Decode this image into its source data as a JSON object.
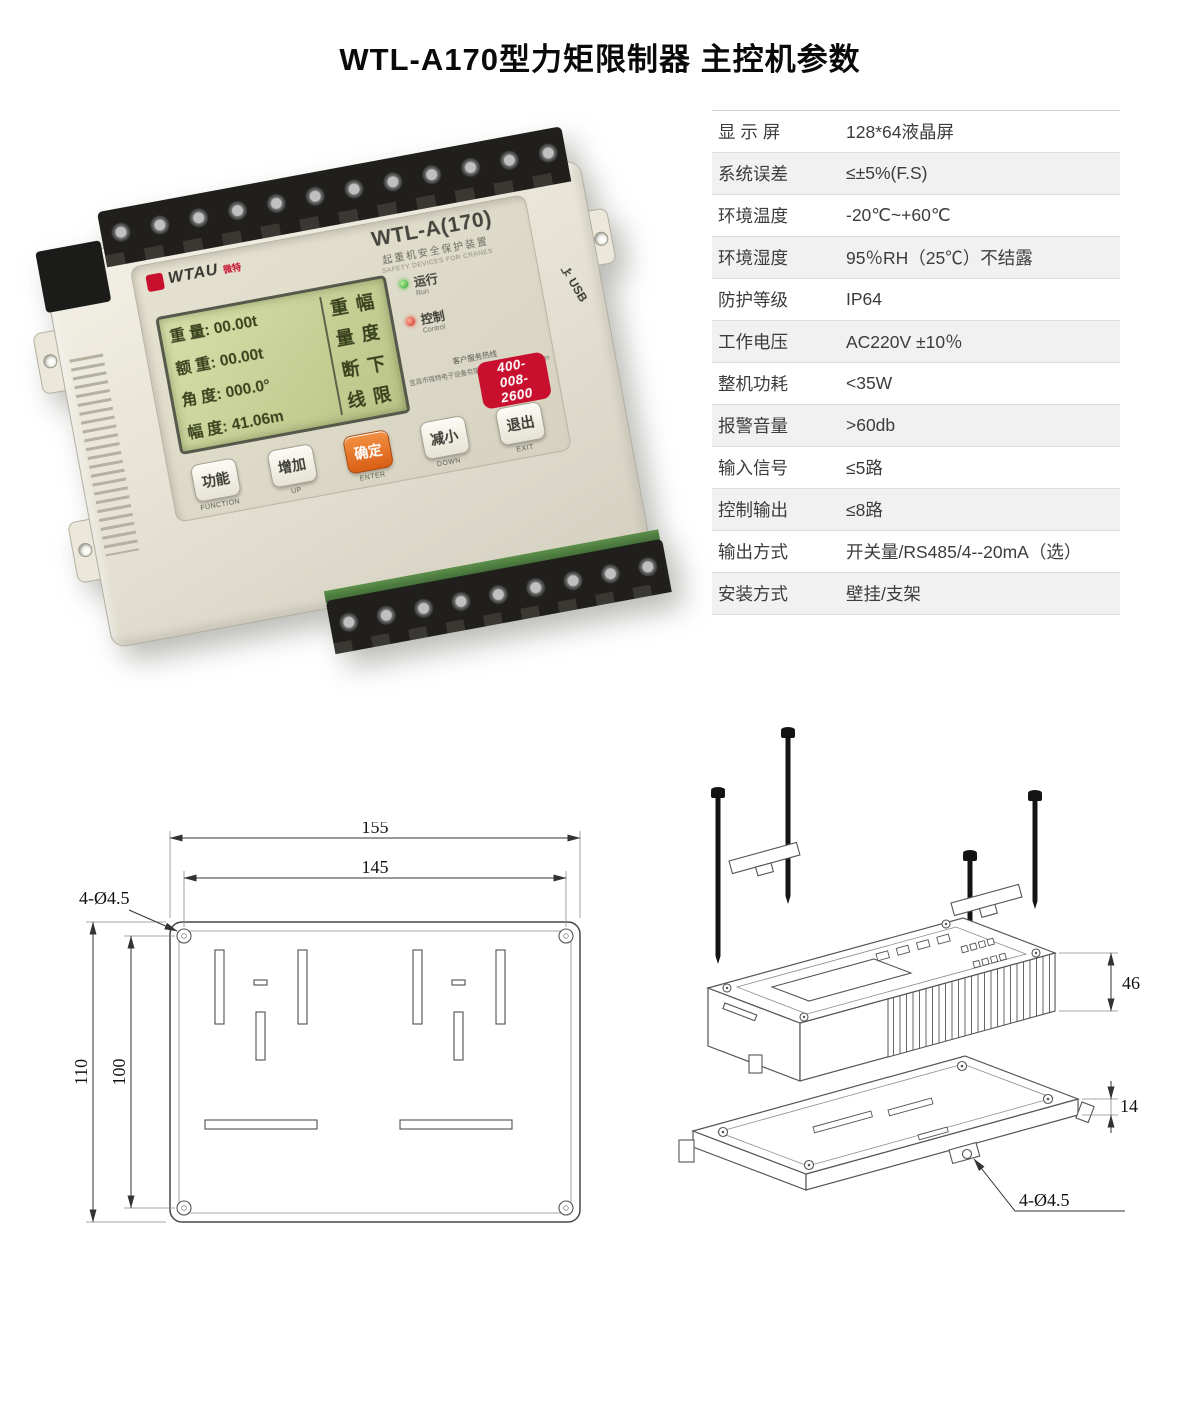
{
  "page": {
    "title": "WTL-A170型力矩限制器  主控机参数"
  },
  "device": {
    "brand": "WTAU",
    "brand_cn": "微特",
    "model": "WTL-A(170)",
    "subtitle_cn": "起重机安全保护装置",
    "subtitle_en": "SAFETY DEVICES FOR CRANES",
    "lcd": {
      "lines": [
        "重 量: 00.00t",
        "额 重: 00.00t",
        "角 度: 000.0°",
        "幅 度: 41.06m"
      ],
      "side": [
        "重幅",
        "量度",
        "断下",
        "线限"
      ]
    },
    "indicators": {
      "run": "运行",
      "run_en": "Run",
      "control": "控制",
      "control_en": "Control"
    },
    "usb": "USB",
    "hotline_caption": "客户服务热线",
    "hotline": "400-008-2600",
    "hotline_site": "宜昌市微特电子设备有限责任公司 www.wtau.com",
    "buttons": [
      {
        "cap": "功能",
        "sub": "FUNCTION"
      },
      {
        "cap": "增加",
        "sub": "UP"
      },
      {
        "cap": "确定",
        "sub": "ENTER"
      },
      {
        "cap": "减小",
        "sub": "DOWN"
      },
      {
        "cap": "退出",
        "sub": "EXIT"
      }
    ]
  },
  "specs": {
    "rows": [
      {
        "label": "显 示 屏",
        "value": "128*64液晶屏"
      },
      {
        "label": "系统误差",
        "value": "≤±5%(F.S)"
      },
      {
        "label": "环境温度",
        "value": "-20℃~+60℃"
      },
      {
        "label": "环境湿度",
        "value": "95％RH（25℃）不结露"
      },
      {
        "label": "防护等级",
        "value": "IP64"
      },
      {
        "label": "工作电压",
        "value": "AC220V ±10％"
      },
      {
        "label": "整机功耗",
        "value": "<35W"
      },
      {
        "label": "报警音量",
        "value": ">60db"
      },
      {
        "label": "输入信号",
        "value": "≤5路"
      },
      {
        "label": "控制输出",
        "value": "≤8路"
      },
      {
        "label": "输出方式",
        "value": "开关量/RS485/4--20mA（选）"
      },
      {
        "label": "安装方式",
        "value": "壁挂/支架"
      }
    ]
  },
  "drawing_front": {
    "width_outer": "155",
    "width_inner": "145",
    "height_outer": "110",
    "height_inner": "100",
    "hole_label": "4-Ø4.5"
  },
  "drawing_exploded": {
    "height_case": "46",
    "height_base": "14",
    "hole_label": "4-Ø4.5"
  },
  "colors": {
    "accent_red": "#c8102e",
    "button_orange": "#d85f14",
    "lcd_green": "#c6d093"
  }
}
